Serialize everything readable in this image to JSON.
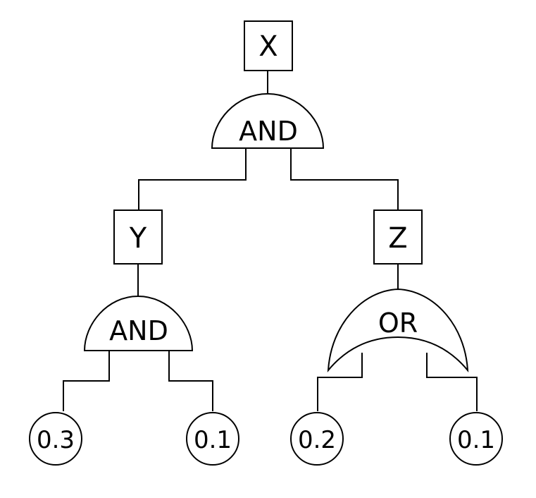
{
  "tree": {
    "top_event": {
      "label": "X"
    },
    "top_gate": {
      "label": "AND"
    },
    "left": {
      "event": {
        "label": "Y"
      },
      "gate": {
        "label": "AND"
      },
      "inputs": [
        {
          "label": "0.3"
        },
        {
          "label": "0.1"
        }
      ]
    },
    "right": {
      "event": {
        "label": "Z"
      },
      "gate": {
        "label": "OR"
      },
      "inputs": [
        {
          "label": "0.2"
        },
        {
          "label": "0.1"
        }
      ]
    }
  }
}
